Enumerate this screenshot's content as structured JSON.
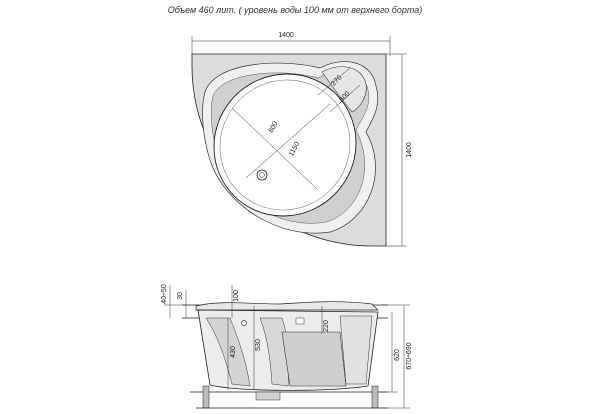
{
  "caption": "Объем 460 лит. ( уровень воды 100 мм от верхнего борта)",
  "top_view": {
    "width_label": "1400",
    "depth_label": "1400",
    "bowl_width_label": "800",
    "bowl_length_label": "1150",
    "corner_a_label": "270",
    "corner_b_label": "600"
  },
  "side_view": {
    "rim_label": "40÷50",
    "rim_small_label": "30",
    "water_label": "100",
    "seat_label": "220",
    "inner_label": "430",
    "depth_label": "530",
    "height_label": "620",
    "total_height_label": "670÷690"
  }
}
